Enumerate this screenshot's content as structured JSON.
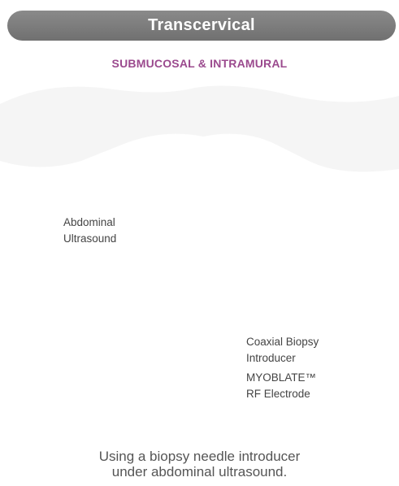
{
  "header": {
    "title": "Transcervical"
  },
  "subtitle": "SUBMUCOSAL & INTRAMURAL",
  "labels": {
    "abdominal_ultrasound": [
      "Abdominal",
      "Ultrasound"
    ],
    "coaxial_biopsy_introducer": [
      "Coaxial Biopsy",
      "Introducer"
    ],
    "myoblate_electrode": [
      "MYOBLATE™",
      "RF Electrode"
    ]
  },
  "caption": [
    "Using a biopsy needle introducer",
    "under abdominal ultrasound."
  ],
  "colors": {
    "header_bg": "#7d7d7d",
    "subtitle": "#9b4a8e",
    "ultrasound_beam": "#6ec6ee",
    "fibroid": "#f6b6c8",
    "electrode_accent": "#a070b8"
  }
}
